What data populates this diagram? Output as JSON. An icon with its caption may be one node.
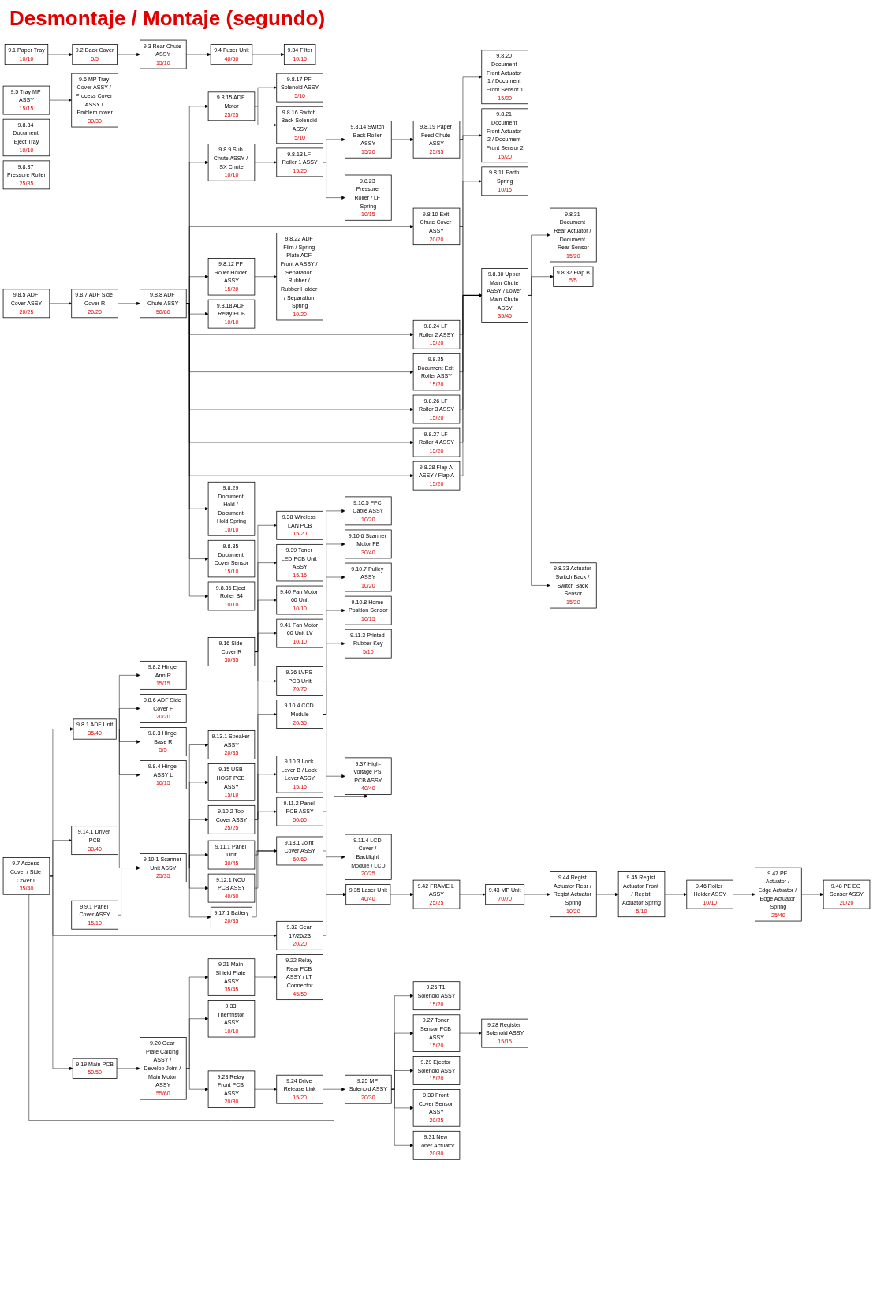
{
  "diagram": {
    "title": "Desmontaje / Montaje (segundo)",
    "nodes": [
      {
        "text": [
          "9.1 Paper Tray",
          "10/10"
        ]
      },
      {
        "text": [
          "9.2 Back Cover",
          "5/5"
        ]
      },
      {
        "text": [
          "9.3 Rear Chute ASSY",
          "15/10"
        ]
      },
      {
        "text": [
          "9.4 Fuser Unit",
          "40/50"
        ]
      },
      {
        "text": [
          "9.34 Filter",
          "10/15"
        ]
      },
      {
        "text": [
          "9.5 Tray MP ASSY",
          "15/15"
        ]
      },
      {
        "text": [
          "9.6 MP Tray Cover ASSY / Process Cover ASSY / Emblem cover",
          "30/30"
        ]
      },
      {
        "text": [
          "9.8.34 Document Eject Tray",
          "10/10"
        ]
      },
      {
        "text": [
          "9.8.37 Pressure Roller",
          "25/35"
        ]
      },
      {
        "text": [
          "9.8.5 ADF Cover ASSY",
          "20/25"
        ]
      },
      {
        "text": [
          "9.8.6 ADF Side Cover F",
          "20/20"
        ]
      },
      {
        "text": [
          "9.8.7 ADF Side Cover R",
          "20/20"
        ]
      },
      {
        "text": [
          "9.8.8 ADF Chute ASSY",
          "50/80"
        ]
      },
      {
        "text": [
          "9.8.15 ADF Motor",
          "25/25"
        ]
      },
      {
        "text": [
          "9.8.17 PF Solenoid ASSY",
          "5/10"
        ]
      },
      {
        "text": [
          "9.8.16 Switch Back Solenoid ASSY",
          "5/10"
        ]
      },
      {
        "text": [
          "9.8.18 ADF Relay PCB",
          "10/10"
        ]
      },
      {
        "text": [
          "9.8.24 LF Roller 2 ASSY",
          "15/20"
        ]
      },
      {
        "text": [
          "9.8.9 Sub Chute ASSY / SX Chute",
          "10/10"
        ]
      },
      {
        "text": [
          "9.8.13 LF Roller 1 ASSY",
          "15/20"
        ]
      },
      {
        "text": [
          "9.8.14 Switch Back Roller ASSY",
          "15/20"
        ]
      },
      {
        "text": [
          "9.8.23 Pressure Roller / LF Spring",
          "10/15"
        ]
      },
      {
        "text": [
          "9.8.19 Paper Feed Chute ASSY",
          "25/35"
        ]
      },
      {
        "text": [
          "9.8.20 Document Front Actuator 1 / Document Front Sensor 1",
          "15/20"
        ]
      },
      {
        "text": [
          "9.8.21 Document Front Actuator 2 / Document Front Sensor 2",
          "15/20"
        ]
      },
      {
        "text": [
          "9.8.25 Document Exit Roller ASSY",
          "15/20"
        ]
      },
      {
        "text": [
          "9.8.10 Exit Chute Cover ASSY",
          "20/20"
        ]
      },
      {
        "text": [
          "9.8.11 Earth Spring",
          "10/15"
        ]
      },
      {
        "text": [
          "9.8.26 LF Roller 3 ASSY",
          "15/20"
        ]
      },
      {
        "text": [
          "9.8.27 LF Roller 4 ASSY",
          "15/20"
        ]
      },
      {
        "text": [
          "9.8.12 PF Roller Holder ASSY",
          "15/20"
        ]
      },
      {
        "text": [
          "9.8.22 ADF Film / Spring Plate ADF Front A ASSY / Separation Rubber / Rubber Holder / Separation Spring",
          "10/20"
        ]
      },
      {
        "text": [
          "9.8.28 Flap A ASSY / Flap A",
          "15/20"
        ]
      },
      {
        "text": [
          "9.8.29 Document Hold / Document Hold Spring",
          "10/10"
        ]
      },
      {
        "text": [
          "9.8.35 Document Cover Sensor",
          "15/10"
        ]
      },
      {
        "text": [
          "9.8.36 Eject Roller B4",
          "10/10"
        ]
      },
      {
        "text": [
          "9.8.30 Upper Main Chute ASSY / Lower Main Chute ASSY",
          "35/45"
        ]
      },
      {
        "text": [
          "9.8.31 Document Rear Actuator / Document Rear Sensor",
          "15/20"
        ]
      },
      {
        "text": [
          "9.8.32 Flap B",
          "5/5"
        ]
      },
      {
        "text": [
          "9.8.33 Actuator Switch Back / Switch Back Sensor",
          "15/20"
        ]
      },
      {
        "text": [
          "9.7 Access Cover / Side Cover L",
          "35/40"
        ]
      },
      {
        "text": [
          "9.8.1 ADF Unit",
          "35/40"
        ]
      },
      {
        "text": [
          "9.8.2 Hinge Arm R",
          "15/15"
        ]
      },
      {
        "text": [
          "9.14.1 Driver PCB",
          "30/40"
        ]
      },
      {
        "text": [
          "9.8.3 Hinge Base R",
          "5/5"
        ]
      },
      {
        "text": [
          "9.8.4 Hinge ASSY L",
          "10/15"
        ]
      },
      {
        "text": [
          "9.9.1 Panel Cover ASSY",
          "15/10"
        ]
      },
      {
        "text": [
          "9.10.1 Scanner Unit ASSY",
          "25/35"
        ]
      },
      {
        "text": [
          "9.13.1 Speaker ASSY",
          "20/35"
        ]
      },
      {
        "text": [
          "9.15 USB HOST PCB ASSY",
          "15/10"
        ]
      },
      {
        "text": [
          "9.10.2 Top Cover ASSY",
          "25/25"
        ]
      },
      {
        "text": [
          "9.10.4 CCD Module",
          "20/35"
        ]
      },
      {
        "text": [
          "9.10.3 Lock Lever B / Lock Lever ASSY",
          "15/15"
        ]
      },
      {
        "text": [
          "9.10.5 FFC Cable ASSY",
          "10/20"
        ]
      },
      {
        "text": [
          "9.10.6 Scanner Motor FB",
          "30/40"
        ]
      },
      {
        "text": [
          "9.10.7 Pulley ASSY",
          "10/20"
        ]
      },
      {
        "text": [
          "9.10.8 Home Position Sensor",
          "10/15"
        ]
      },
      {
        "text": [
          "9.11.1 Panel Unit",
          "30/45"
        ]
      },
      {
        "text": [
          "9.11.2 Panel PCB ASSY",
          "50/60"
        ]
      },
      {
        "text": [
          "9.11.3 Printed Rubber Key",
          "5/10"
        ]
      },
      {
        "text": [
          "9.11.4 LCD Cover / Backlight Module / LCD",
          "20/25"
        ]
      },
      {
        "text": [
          "9.12.1 NCU PCB ASSY",
          "40/50"
        ]
      },
      {
        "text": [
          "9.17.1 Battery",
          "20/35"
        ]
      },
      {
        "text": [
          "9.16 Side Cover R",
          "30/35"
        ]
      },
      {
        "text": [
          "9.38 Wireless LAN PCB",
          "15/20"
        ]
      },
      {
        "text": [
          "9.39 Toner LED PCB Unit ASSY",
          "15/15"
        ]
      },
      {
        "text": [
          "9.40 Fan Motor 60 Unit",
          "10/10"
        ]
      },
      {
        "text": [
          "9.41 Fan Motor 60 Unit LV",
          "10/10"
        ]
      },
      {
        "text": [
          "9.36 LVPS PCB Unit",
          "70/70"
        ]
      },
      {
        "text": [
          "9.37 High-Voltage PS PCB ASSY",
          "40/40"
        ]
      },
      {
        "text": [
          "9.18.1 Joint Cover ASSY",
          "60/60"
        ]
      },
      {
        "text": [
          "9.32 Gear 17/20/23",
          "20/20"
        ]
      },
      {
        "text": [
          "9.35 Laser Unit",
          "40/40"
        ]
      },
      {
        "text": [
          "9.42 FRAME L ASSY",
          "25/25"
        ]
      },
      {
        "text": [
          "9.43 MP Unit",
          "70/70"
        ]
      },
      {
        "text": [
          "9.44 Regist Actuator Rear / Regist Actuator Spring",
          "10/20"
        ]
      },
      {
        "text": [
          "9.45 Regist Actuator Front / Regist Actuator Spring",
          "5/10"
        ]
      },
      {
        "text": [
          "9.46 Roller Holder ASSY",
          "10/10"
        ]
      },
      {
        "text": [
          "9.47 PE Actuator / Edge Actuator / Edge Actuator Spring",
          "25/40"
        ]
      },
      {
        "text": [
          "9.48 PE EG Sensor ASSY",
          "20/20"
        ]
      },
      {
        "text": [
          "9.19 Main PCB",
          "50/50"
        ]
      },
      {
        "text": [
          "9.20 Gear Plate Calking ASSY / Develop Joint / Main Motor ASSY",
          "55/60"
        ]
      },
      {
        "text": [
          "9.21 Main Shield Plate ASSY",
          "35/45"
        ]
      },
      {
        "text": [
          "9.22 Relay Rear PCB ASSY / LT Connector",
          "45/50"
        ]
      },
      {
        "text": [
          "9.33 Thermistor ASSY",
          "10/10"
        ]
      },
      {
        "text": [
          "9.23 Relay Front PCB ASSY",
          "20/30"
        ]
      },
      {
        "text": [
          "9.24 Drive Release Link",
          "15/20"
        ]
      },
      {
        "text": [
          "9.25 MP Solenoid ASSY",
          "20/30"
        ]
      },
      {
        "text": [
          "9.26 T1 Solenoid ASSY",
          "15/20"
        ]
      },
      {
        "text": [
          "9.27 Toner Sensor PCB ASSY",
          "15/20"
        ]
      },
      {
        "text": [
          "9.28 Register Solenoid ASSY",
          "15/15"
        ]
      },
      {
        "text": [
          "9.29 Ejector Solenoid ASSY",
          "15/20"
        ]
      },
      {
        "text": [
          "9.30 Front Cover Sensor ASSY",
          "20/25"
        ]
      },
      {
        "text": [
          "9.31 New Toner Actuator",
          "20/30"
        ]
      }
    ],
    "edges": [
      {
        "from": 0,
        "to": 1,
        "arrow": "to"
      },
      {
        "from": 1,
        "to": 2,
        "arrow": "to"
      },
      {
        "from": 2,
        "to": 3,
        "arrow": "to"
      },
      {
        "from": 3,
        "to": 4,
        "arrow": "to"
      },
      {
        "from": 5,
        "to": 6,
        "arrow": "to"
      },
      {
        "from": 9,
        "to": 11,
        "arrow": "to"
      },
      {
        "from": 11,
        "to": 12,
        "arrow": "to"
      },
      {
        "from": 12,
        "to": 13,
        "arrow": "to"
      },
      {
        "from": 12,
        "to": 18,
        "arrow": "to"
      },
      {
        "from": 12,
        "to": 26,
        "arrow": "to"
      },
      {
        "from": 12,
        "to": 30,
        "arrow": "to"
      },
      {
        "from": 12,
        "to": 16,
        "arrow": "to"
      },
      {
        "from": 12,
        "to": 17,
        "arrow": "to"
      },
      {
        "from": 12,
        "to": 25,
        "arrow": "to"
      },
      {
        "from": 12,
        "to": 28,
        "arrow": "to"
      },
      {
        "from": 12,
        "to": 29,
        "arrow": "to"
      },
      {
        "from": 12,
        "to": 32,
        "arrow": "to"
      },
      {
        "from": 12,
        "to": 33,
        "arrow": "to"
      },
      {
        "from": 12,
        "to": 34,
        "arrow": "to"
      },
      {
        "from": 12,
        "to": 35,
        "arrow": "to"
      },
      {
        "from": 13,
        "to": 14,
        "arrow": "to"
      },
      {
        "from": 13,
        "to": 15,
        "arrow": "to"
      },
      {
        "from": 18,
        "to": 19,
        "arrow": "to"
      },
      {
        "from": 19,
        "to": 20,
        "arrow": "to"
      },
      {
        "from": 19,
        "to": 21,
        "arrow": "to"
      },
      {
        "from": 20,
        "to": 22,
        "arrow": "to"
      },
      {
        "from": 22,
        "to": 23,
        "arrow": "to"
      },
      {
        "from": 22,
        "to": 24,
        "arrow": "to"
      },
      {
        "from": 22,
        "to": 36,
        "arrow": "to"
      },
      {
        "from": 26,
        "to": 27,
        "arrow": "to"
      },
      {
        "from": 26,
        "to": 36,
        "arrow": "to"
      },
      {
        "from": 30,
        "to": 31,
        "arrow": "to"
      },
      {
        "from": 17,
        "to": 36,
        "arrow": "to"
      },
      {
        "from": 25,
        "to": 36,
        "arrow": "to"
      },
      {
        "from": 28,
        "to": 36,
        "arrow": "to"
      },
      {
        "from": 29,
        "to": 36,
        "arrow": "to"
      },
      {
        "from": 32,
        "to": 36,
        "arrow": "to"
      },
      {
        "from": 36,
        "to": 37,
        "arrow": "to"
      },
      {
        "from": 36,
        "to": 38,
        "arrow": "to"
      },
      {
        "from": 36,
        "to": 39,
        "arrow": "to"
      },
      {
        "from": 40,
        "to": 41,
        "arrow": "to"
      },
      {
        "from": 40,
        "to": 43,
        "arrow": "to"
      },
      {
        "from": 40,
        "to": 71,
        "arrow": "to"
      },
      {
        "from": 40,
        "to": 80,
        "arrow": "to"
      },
      {
        "from": 40,
        "to": 69,
        "arrow": "to"
      },
      {
        "from": 41,
        "to": 42,
        "arrow": "to"
      },
      {
        "from": 41,
        "to": 10,
        "arrow": "to"
      },
      {
        "from": 41,
        "to": 44,
        "arrow": "to"
      },
      {
        "from": 41,
        "to": 45,
        "arrow": "to"
      },
      {
        "from": 41,
        "to": 47,
        "arrow": "to"
      },
      {
        "from": 46,
        "to": 47,
        "arrow": "to"
      },
      {
        "from": 47,
        "to": 48,
        "arrow": "to"
      },
      {
        "from": 47,
        "to": 49,
        "arrow": "to"
      },
      {
        "from": 47,
        "to": 50,
        "arrow": "to"
      },
      {
        "from": 47,
        "to": 57,
        "arrow": "to"
      },
      {
        "from": 47,
        "to": 61,
        "arrow": "to"
      },
      {
        "from": 47,
        "to": 62,
        "arrow": "to"
      },
      {
        "from": 50,
        "to": 51,
        "arrow": "to"
      },
      {
        "from": 50,
        "to": 52,
        "arrow": "to"
      },
      {
        "from": 51,
        "to": 53,
        "arrow": "to"
      },
      {
        "from": 51,
        "to": 54,
        "arrow": "to"
      },
      {
        "from": 51,
        "to": 55,
        "arrow": "to"
      },
      {
        "from": 51,
        "to": 56,
        "arrow": "to"
      },
      {
        "from": 57,
        "to": 58,
        "arrow": "to"
      },
      {
        "from": 58,
        "to": 59,
        "arrow": "to"
      },
      {
        "from": 58,
        "to": 60,
        "arrow": "to"
      },
      {
        "from": 61,
        "to": 70,
        "arrow": "to"
      },
      {
        "from": 62,
        "to": 70,
        "arrow": "to"
      },
      {
        "from": 63,
        "to": 64,
        "arrow": "to"
      },
      {
        "from": 63,
        "to": 65,
        "arrow": "to"
      },
      {
        "from": 63,
        "to": 66,
        "arrow": "to"
      },
      {
        "from": 63,
        "to": 67,
        "arrow": "to"
      },
      {
        "from": 63,
        "to": 68,
        "arrow": "to"
      },
      {
        "from": 63,
        "to": 70,
        "arrow": "to"
      },
      {
        "from": 68,
        "to": 69,
        "arrow": "to"
      },
      {
        "from": 70,
        "to": 72,
        "arrow": "to"
      },
      {
        "from": 71,
        "to": 72,
        "arrow": "to"
      },
      {
        "from": 72,
        "to": 73,
        "arrow": "to"
      },
      {
        "from": 73,
        "to": 74,
        "arrow": "to"
      },
      {
        "from": 74,
        "to": 75,
        "arrow": "to"
      },
      {
        "from": 75,
        "to": 76,
        "arrow": "to"
      },
      {
        "from": 76,
        "to": 77,
        "arrow": "to"
      },
      {
        "from": 77,
        "to": 78,
        "arrow": "to"
      },
      {
        "from": 78,
        "to": 79,
        "arrow": "to"
      },
      {
        "from": 80,
        "to": 81,
        "arrow": "to"
      },
      {
        "from": 81,
        "to": 82,
        "arrow": "to"
      },
      {
        "from": 81,
        "to": 84,
        "arrow": "to"
      },
      {
        "from": 81,
        "to": 85,
        "arrow": "to"
      },
      {
        "from": 82,
        "to": 83,
        "arrow": "to"
      },
      {
        "from": 85,
        "to": 86,
        "arrow": "to"
      },
      {
        "from": 86,
        "to": 87,
        "arrow": "to"
      },
      {
        "from": 87,
        "to": 88,
        "arrow": "to"
      },
      {
        "from": 87,
        "to": 89,
        "arrow": "to"
      },
      {
        "from": 87,
        "to": 91,
        "arrow": "to"
      },
      {
        "from": 87,
        "to": 92,
        "arrow": "to"
      },
      {
        "from": 87,
        "to": 93,
        "arrow": "to"
      },
      {
        "from": 89,
        "to": 90,
        "arrow": "to"
      }
    ]
  }
}
